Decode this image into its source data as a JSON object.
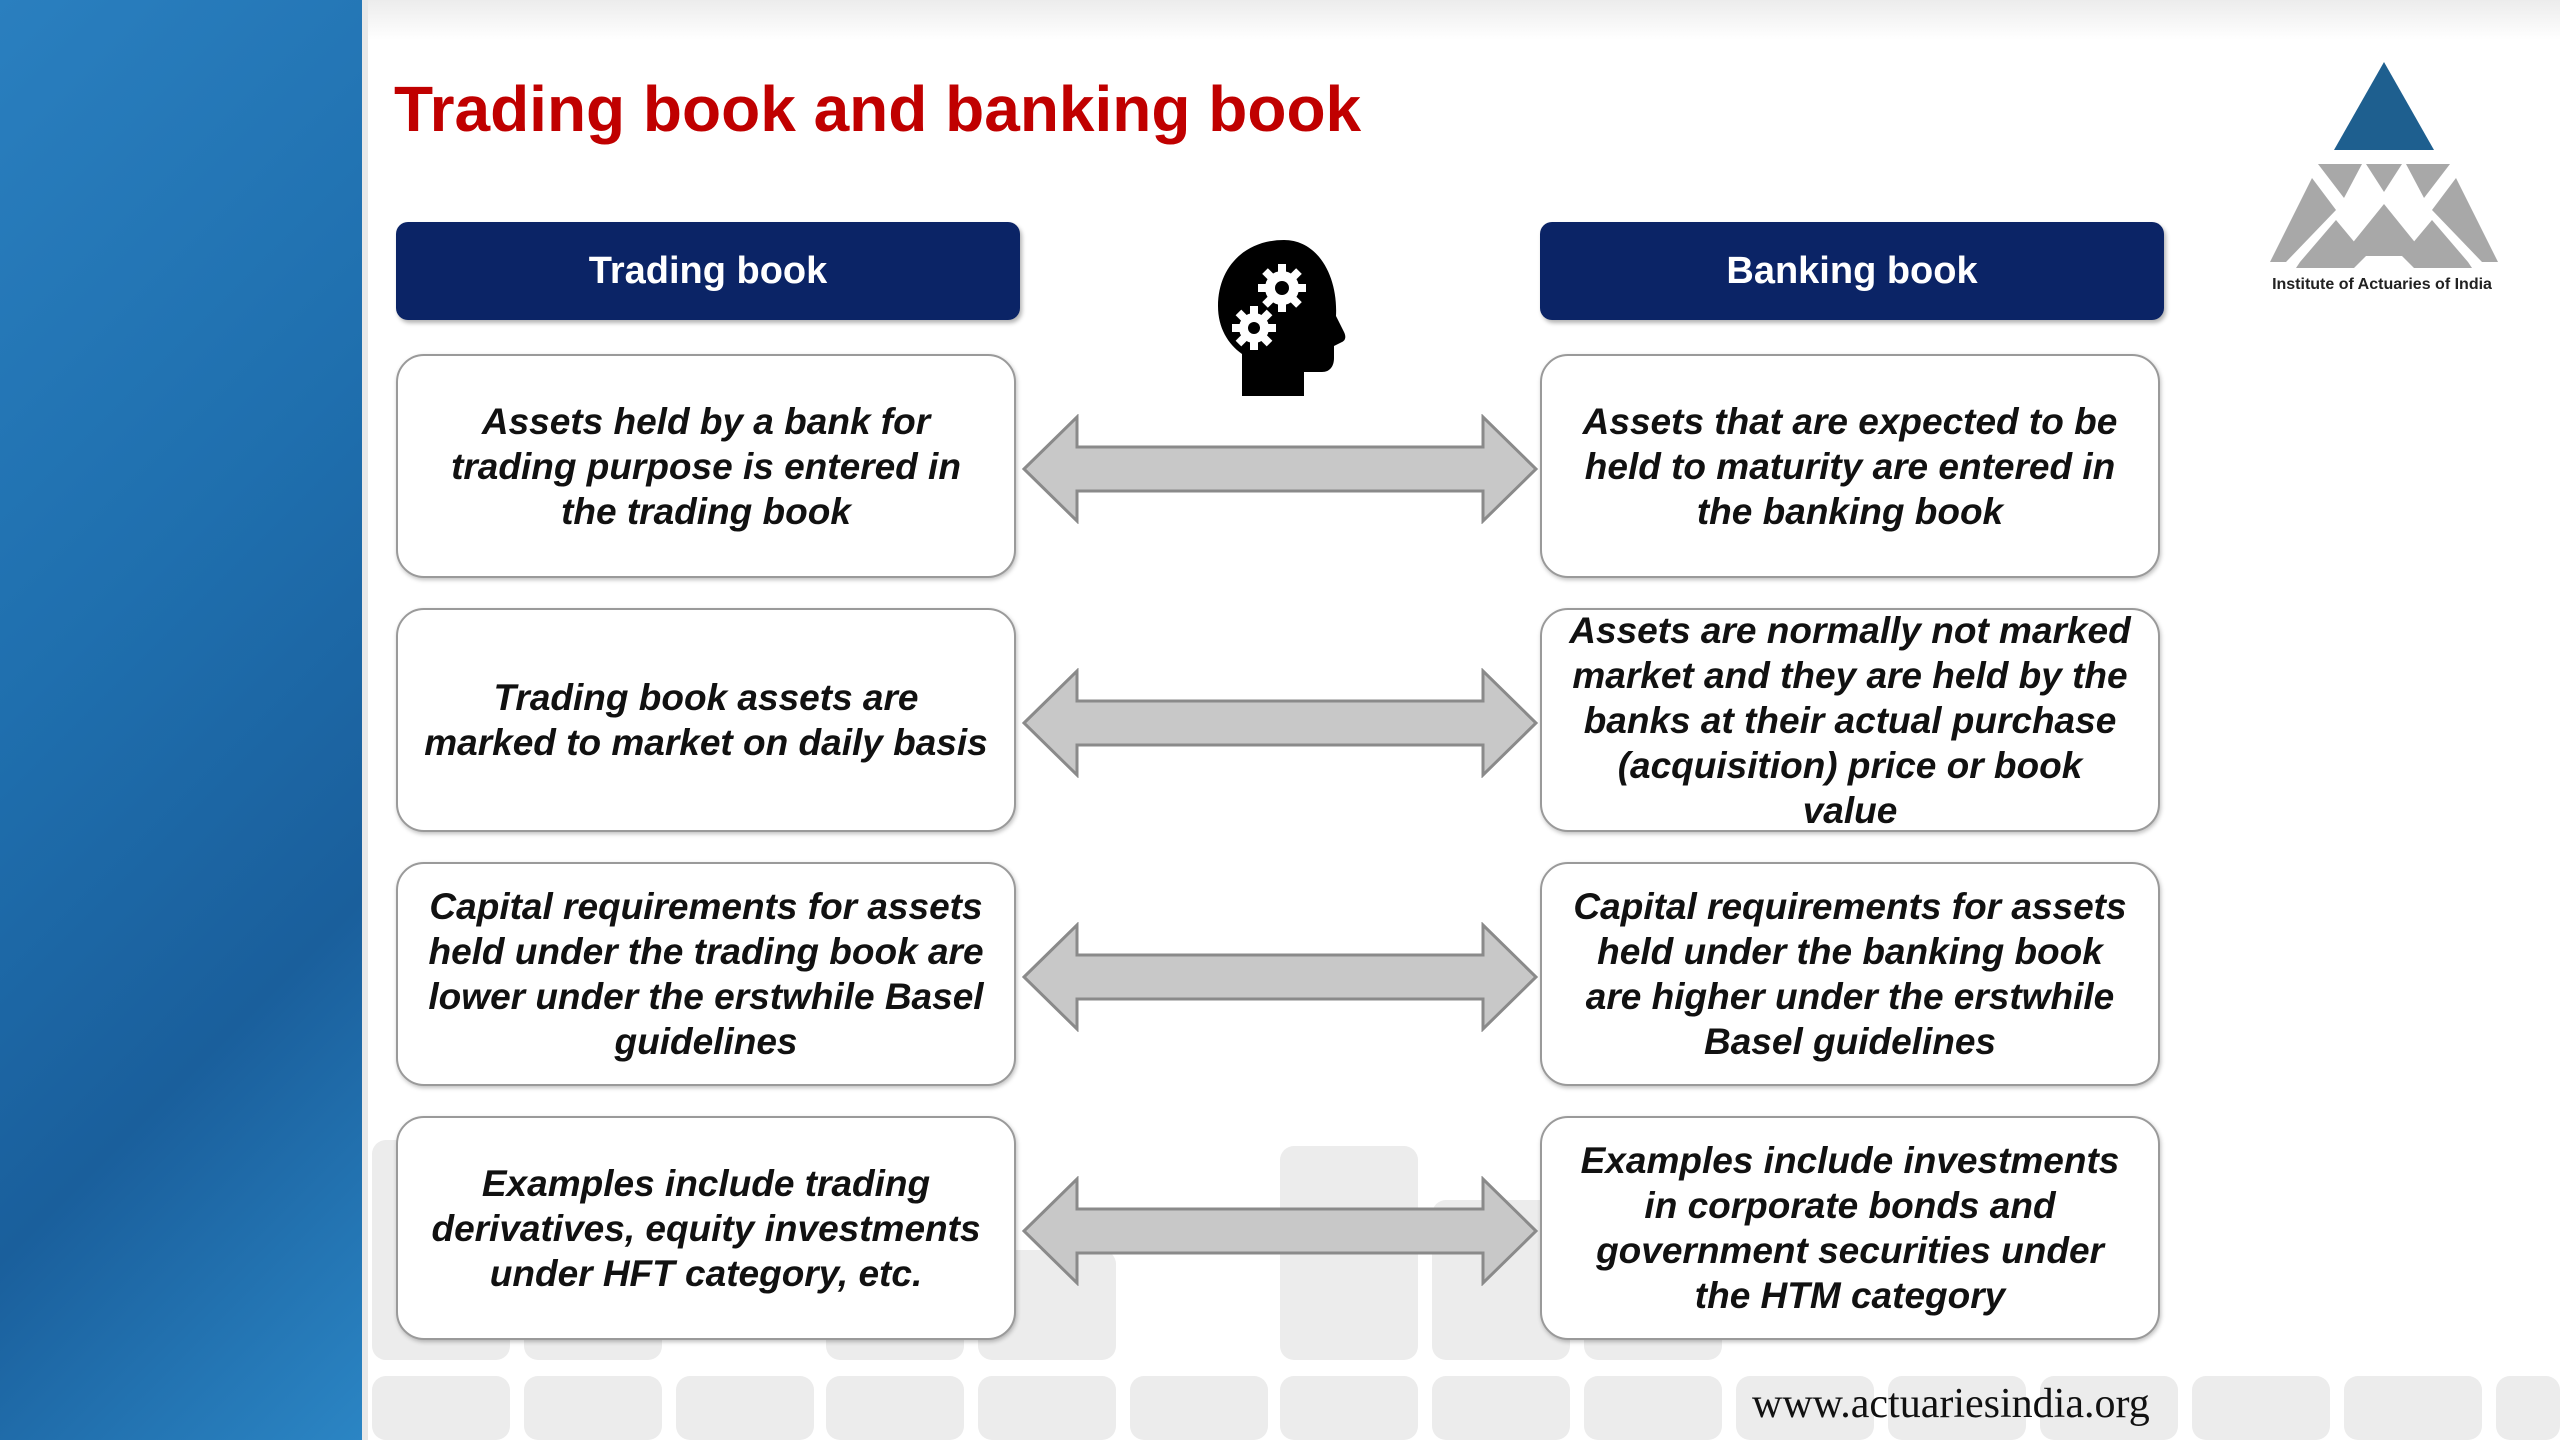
{
  "title": "Trading book and banking book",
  "headers": {
    "left": "Trading book",
    "right": "Banking book"
  },
  "rows": [
    {
      "left": "Assets  held by a bank for trading purpose is entered in the trading book",
      "right": "Assets that are expected to be held to maturity are entered  in the banking book"
    },
    {
      "left": "Trading book assets are marked to market on daily basis",
      "right": "Assets are normally not marked market and they are held by the banks at their actual purchase (acquisition) price or book value"
    },
    {
      "left": "Capital requirements for assets held under the trading book are lower under the erstwhile Basel guidelines",
      "right": "Capital requirements for assets held under the banking book are higher under the erstwhile Basel guidelines"
    },
    {
      "left": "Examples include trading derivatives, equity investments under HFT category, etc.",
      "right": "Examples include investments in corporate bonds and government securities under the HTM category"
    }
  ],
  "icons": {
    "center": "head-gears-icon",
    "arrows": "double-arrow-icon",
    "logo": "actuaries-logo-icon"
  },
  "logo_text": "Institute of Actuaries of India",
  "footer_url": "www.actuariesindia.org",
  "colors": {
    "title": "#c00000",
    "header_fill": "#0b2466",
    "left_band": "#1f6fae",
    "arrow_fill": "#c8c8c8",
    "logo_blue": "#1e5f8f",
    "logo_gray": "#a8a8a8"
  }
}
